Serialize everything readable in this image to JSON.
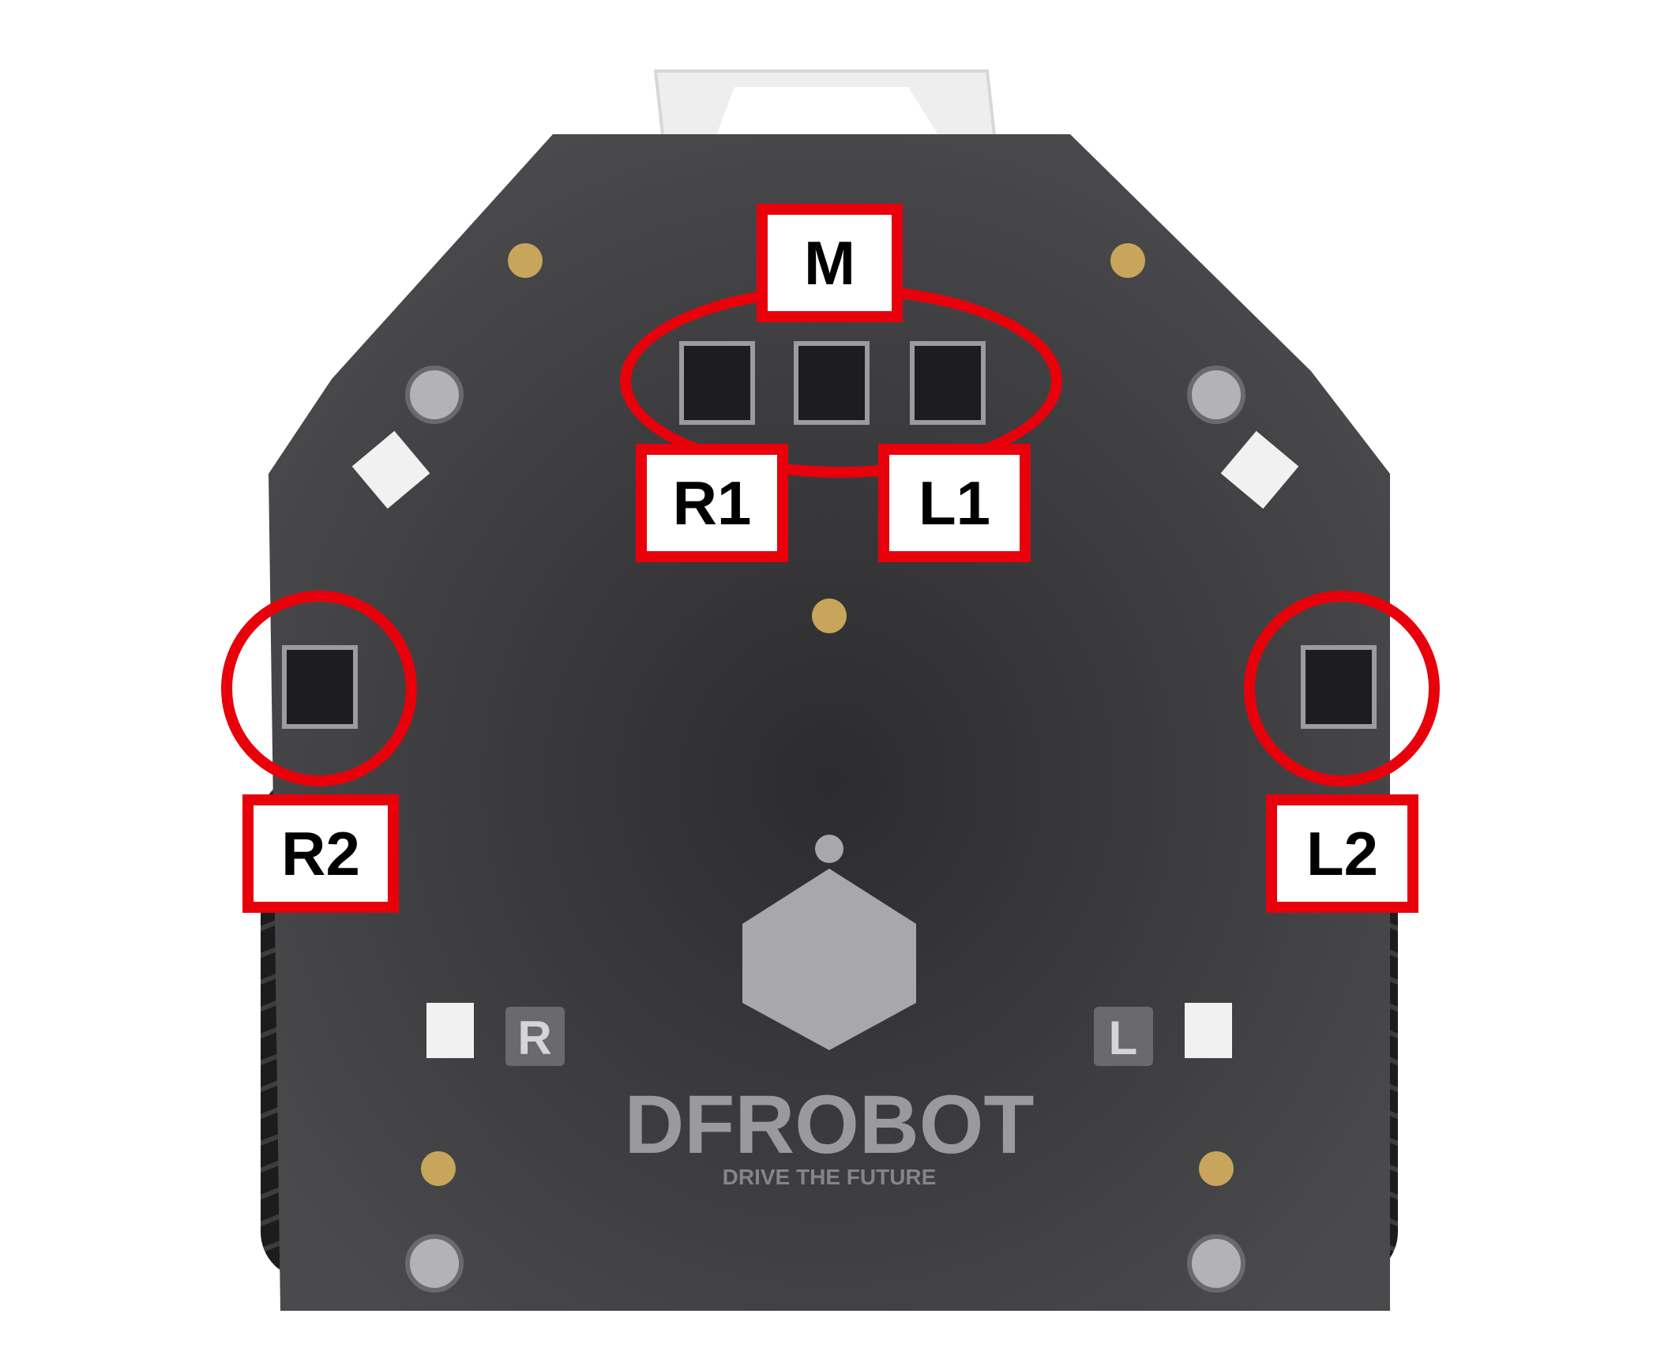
{
  "labels": {
    "m": "M",
    "r1": "R1",
    "l1": "L1",
    "r2": "R2",
    "l2": "L2"
  },
  "board": {
    "brand": "DFROBOT",
    "tagline": "DRIVE THE FUTURE",
    "right_marker": "R",
    "left_marker": "L"
  },
  "colors": {
    "annotation": "#e8000b",
    "pcb": "#3b3b3d",
    "background": "#ffffff"
  }
}
